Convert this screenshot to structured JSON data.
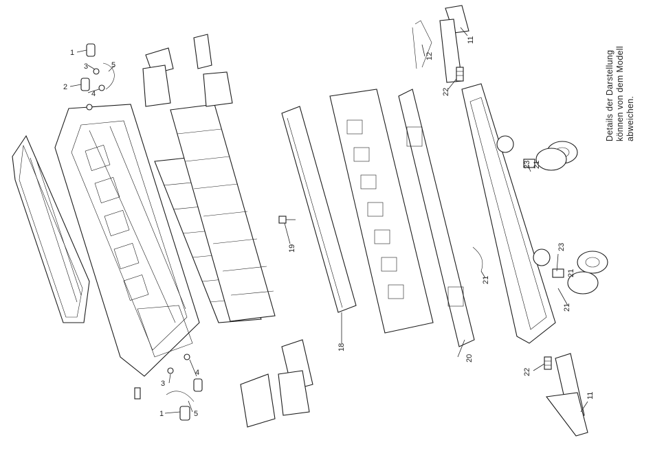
{
  "note": {
    "line1": "Details der Darstellung",
    "line2": "können von dem Modell",
    "line3": "abweichen."
  },
  "labels": {
    "p1a": "1",
    "p1b": "1",
    "p2": "2",
    "p3a": "3",
    "p3b": "3",
    "p4a": "4",
    "p4b": "4",
    "p5a": "5",
    "p5b": "5",
    "p11a": "11",
    "p11b": "11",
    "p12": "12",
    "p18": "18",
    "p19": "19",
    "p20": "20",
    "p21a": "21",
    "p21b": "21",
    "p21c": "21",
    "p21d": "21",
    "p22a": "22",
    "p22b": "22",
    "p23a": "23",
    "p23b": "23"
  }
}
